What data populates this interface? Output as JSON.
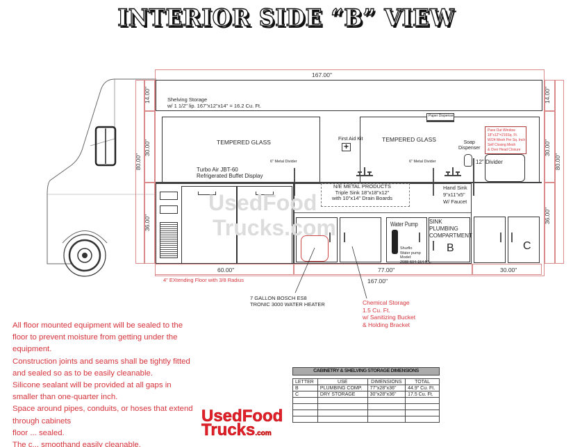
{
  "title": "INTERIOR SIDE “B” VIEW",
  "dimensions": {
    "overall_top": "167.00\"",
    "overall_bottom": "167.00\"",
    "left_14": "14.00\"",
    "left_30": "30.00\"",
    "left_80": "80.00\"",
    "left_36": "36.00\"",
    "right_14": "14.00\"",
    "right_30": "30.00\"",
    "right_80": "80.00\"",
    "right_36": "36.00\"",
    "bottom_60": "60.00\"",
    "bottom_77": "77.00\"",
    "bottom_30": "30.00\"",
    "extending_floor": "4\" EXtending Floor with 3/8 Radius"
  },
  "labels": {
    "shelving_line1": "Shelving Storage",
    "shelving_line2": "w/ 1 1/2\" lip. 167\"x12\"x14\" = 16.2 Cu. Ft.",
    "glass_left": "TEMPERED GLASS",
    "glass_right": "TEMPERED GLASS",
    "divider_left": "6\" Metal Divider",
    "divider_right": "6\" Metal Divider",
    "turbo_line1": "Turbo Air JBT-60",
    "turbo_line2": "Refrigerated Buffet Display",
    "first_aid": "First Aid Kit",
    "paper_dispenser": "Paper Dispenser",
    "soap_line1": "Soap",
    "soap_line2": "Dispenser",
    "divider_12": "12\" Divider",
    "pass_out": [
      "Pass Out Window",
      "18\"x12\"=216Sq. Ft.",
      "W/24 Mesh Per Sq. Inch",
      "Self Closing Mesh",
      "& Over Head Closure"
    ],
    "triple_sink": [
      "N/E METAL PRODUCTS",
      "Triple Sink 18\"x18\"x12\"",
      "with 10\"x14\" Drain Boards"
    ],
    "hand_sink": [
      "Hand Sink",
      "9\"x11\"x5\"",
      "W/ Faucet"
    ],
    "water_pump": "Water Pump",
    "shurflo": [
      "Shurflo",
      "Water pump",
      "Model:",
      "2088-594-154 NSF"
    ],
    "sink_plumbing": [
      "SINK",
      "PLUMBING",
      "COMPARTMENT"
    ],
    "cabinet_b": "B",
    "cabinet_c": "C",
    "water_heater": [
      "7 GALLON BOSCH ES8",
      "TRONIC 3000 WATER HEATER"
    ],
    "chemical": [
      "Chemical Storage",
      "1.5 Cu. Ft.",
      "w/ Sanitizing Bucket",
      "& Holding Bracket"
    ]
  },
  "notes": [
    "All floor mounted equipment will be sealed to the floor to prevent moisture from getting under the equipment.",
    "Construction joints and seams shall be tightly fitted and sealed so as to be easily cleanable.",
    "Silicone sealant will be provided at all gaps in smaller than one-quarter inch.",
    "Space around pipes, conduits, or hoses that extend through cabinets",
    "floor ... sealed.",
    "The c... smoothand easily cleanable."
  ],
  "table": {
    "title": "CABINETRY & SHELVING STORAGE DIMENSIONS",
    "headers": [
      "LETTER",
      "USE",
      "DIMENSIONS",
      "TOTAL"
    ],
    "rows": [
      [
        "B",
        "PLUMBING COMP.",
        "77\"x28\"x36\"",
        "44.9\" Cu. Ft."
      ],
      [
        "C",
        "DRY STORAGE",
        "30\"x28\"x36\"",
        "17.5 Cu. Ft."
      ]
    ]
  },
  "watermark": {
    "line1": "UsedFood",
    "line2": "Trucks.com"
  },
  "logo": {
    "line1": "UsedFood",
    "line2": "Trucks",
    "suffix": ".com"
  },
  "colors": {
    "accent_red": "#d6323a",
    "dim_red": "#d98a8a"
  }
}
